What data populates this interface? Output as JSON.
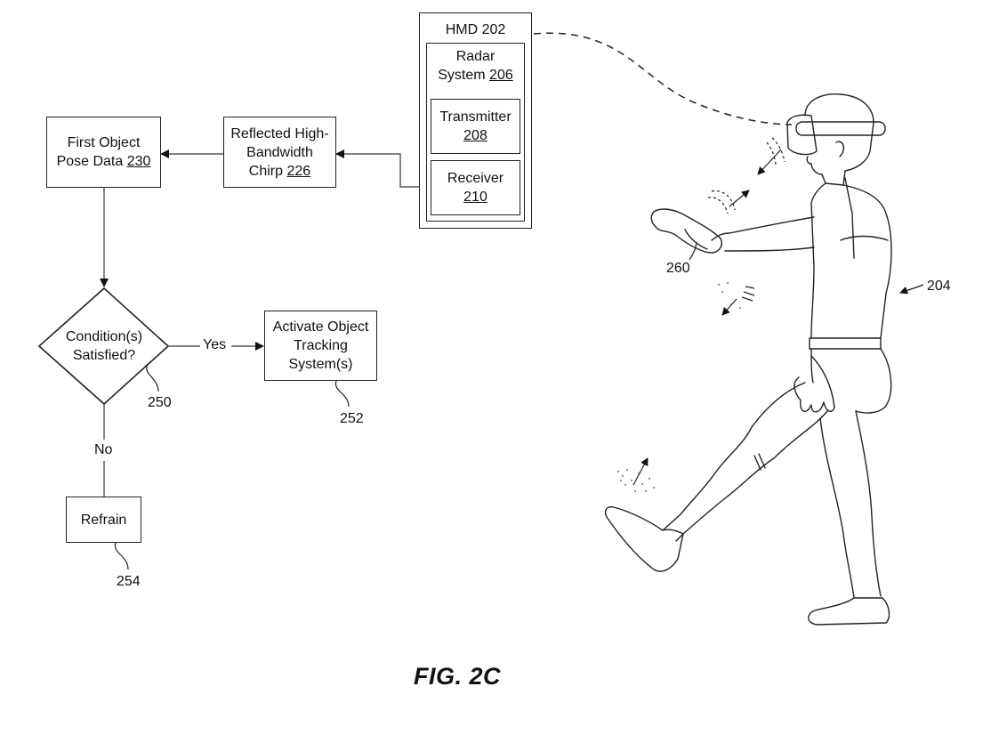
{
  "figure": {
    "title": "FIG. 2C"
  },
  "hmd": {
    "label": "HMD 202",
    "radar": {
      "line1": "Radar",
      "line2_text": "System ",
      "ref": "206"
    },
    "transmitter": {
      "label": "Transmitter",
      "ref": "208"
    },
    "receiver": {
      "label": "Receiver",
      "ref": "210"
    }
  },
  "flow": {
    "chirp": {
      "line1": "Reflected High-",
      "line2": "Bandwidth",
      "line3_text": "Chirp ",
      "ref": "226"
    },
    "pose": {
      "line1": "First Object",
      "line2_text": "Pose Data ",
      "ref": "230"
    },
    "decision": {
      "line1": "Condition(s)",
      "line2": "Satisfied?",
      "ref": "250"
    },
    "yes_label": "Yes",
    "no_label": "No",
    "activate": {
      "line1": "Activate Object",
      "line2": "Tracking",
      "line3": "System(s)",
      "ref": "252"
    },
    "refrain": {
      "label": "Refrain",
      "ref": "254"
    }
  },
  "illustration": {
    "user_ref": "204",
    "controller_ref": "260"
  }
}
